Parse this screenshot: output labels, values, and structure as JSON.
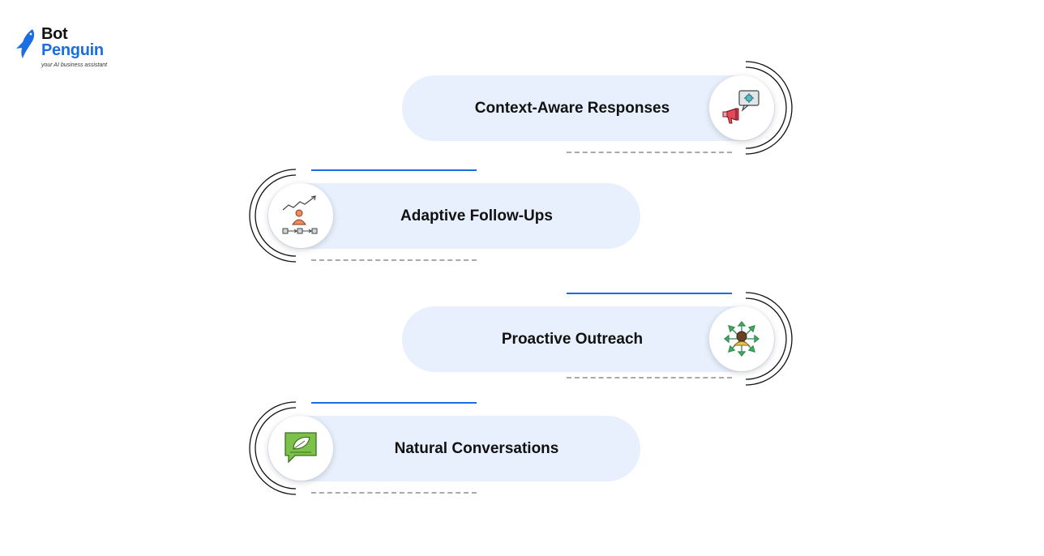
{
  "brand": {
    "name_line1": "Bot",
    "name_line2": "Penguin",
    "tagline": "your AI business assistant",
    "colors": {
      "primary": "#1a6de3",
      "dark": "#111111"
    }
  },
  "items": [
    {
      "label": "Context-Aware Responses",
      "icon": "megaphone-chat-icon"
    },
    {
      "label": "Adaptive Follow-Ups",
      "icon": "growth-workflow-person-icon"
    },
    {
      "label": "Proactive Outreach",
      "icon": "person-network-arrows-icon"
    },
    {
      "label": "Natural Conversations",
      "icon": "leaf-chat-bubble-icon"
    }
  ],
  "colors": {
    "pill_background": "#e8f0fd",
    "accent_line": "#1a6de3",
    "dashed_line": "#a9a9a9",
    "arc_stroke": "#111111"
  }
}
